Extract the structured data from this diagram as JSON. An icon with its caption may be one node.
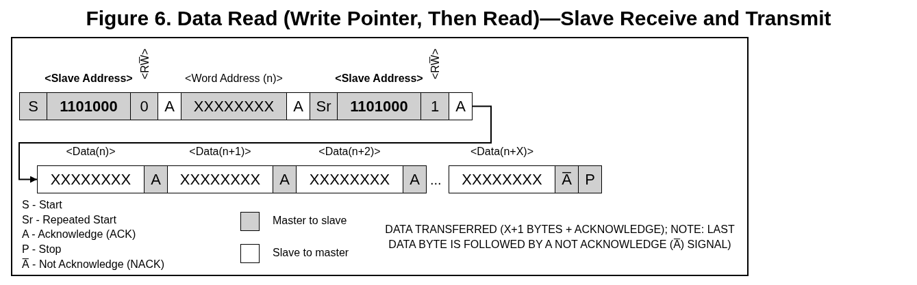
{
  "diagram": {
    "title": "Figure 6. Data Read (Write Pointer, Then Read)—Slave Receive and Transmit",
    "nodes": [
      {
        "text": [
          "S"
        ]
      },
      {
        "text": [
          "1101000"
        ],
        "beside": [
          "<Slave Address>"
        ]
      },
      {
        "text": [
          "0"
        ],
        "beside": [
          "<RW̅>"
        ]
      },
      {
        "text": [
          "A"
        ]
      },
      {
        "text": [
          "XXXXXXXX"
        ],
        "beside": [
          "<Word Address (n)>"
        ]
      },
      {
        "text": [
          "A"
        ]
      },
      {
        "text": [
          "Sr"
        ]
      },
      {
        "text": [
          "1101000"
        ],
        "beside": [
          "<Slave Address>"
        ]
      },
      {
        "text": [
          "1"
        ],
        "beside": [
          "<RW̅>"
        ]
      },
      {
        "text": [
          "A"
        ]
      },
      {
        "text": [
          "XXXXXXXX"
        ],
        "beside": [
          "<Data(n)>"
        ]
      },
      {
        "text": [
          "A"
        ]
      },
      {
        "text": [
          "XXXXXXXX"
        ],
        "beside": [
          "<Data(n+1)>"
        ]
      },
      {
        "text": [
          "A"
        ]
      },
      {
        "text": [
          "XXXXXXXX"
        ],
        "beside": [
          "<Data(n+2)>"
        ]
      },
      {
        "text": [
          "A"
        ]
      },
      {
        "text": [
          "XXXXXXXX"
        ],
        "beside": [
          "<Data(n+X)>"
        ]
      },
      {
        "text": [
          "A̅"
        ]
      },
      {
        "text": [
          "P"
        ]
      }
    ],
    "edges": [
      {
        "from": 9,
        "to": 10,
        "arrow": "to"
      }
    ],
    "labels": [
      "...",
      "S - Start",
      "Sr - Repeated Start",
      "A - Acknowledge (ACK)",
      "P - Stop",
      "A̅ - Not Acknowledge (NACK)",
      "DATA TRANSFERRED (X+1 BYTES + ACKNOWLEDGE); NOTE: LAST DATA BYTE IS FOLLOWED BY A NOT ACKNOWLEDGE (A̅) SIGNAL)"
    ],
    "legend": [
      {
        "text": "Master to slave",
        "color": "#d0d0d0"
      },
      {
        "text": "Slave to master",
        "color": "#ffffff"
      }
    ]
  }
}
